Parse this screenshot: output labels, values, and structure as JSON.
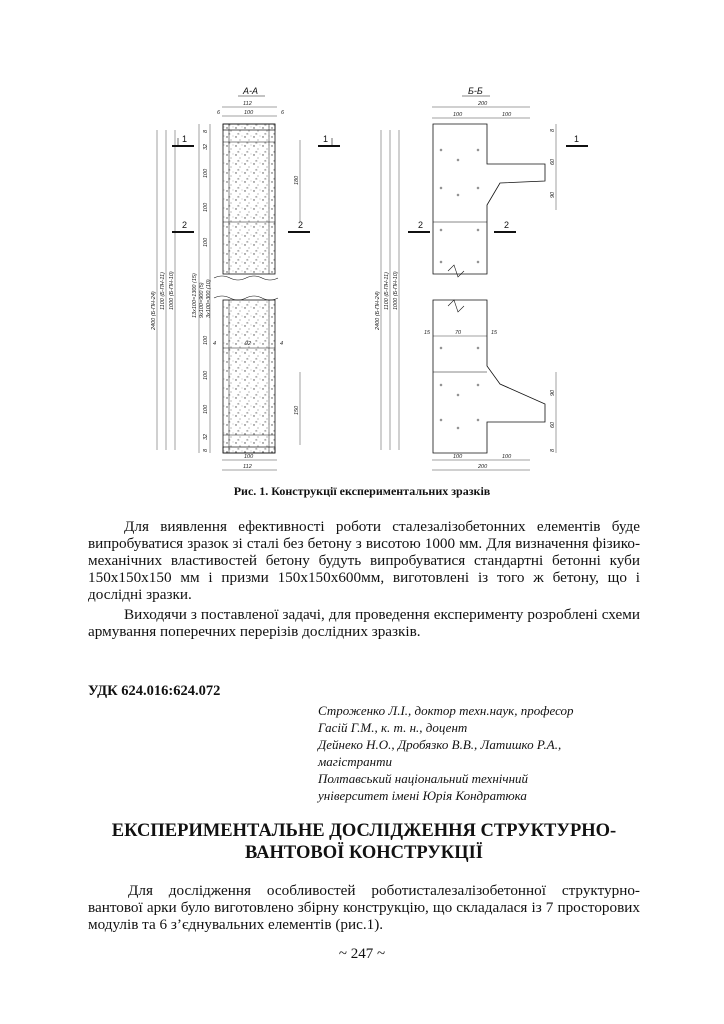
{
  "figure": {
    "section_a_label": "А-А",
    "section_b_label": "Б-Б",
    "dim_a_width_top": "112",
    "dim_a_inner_top": "100",
    "dim_a_edge_left": "6",
    "dim_a_edge_right": "6",
    "dim_a_width_bottom": "112",
    "dim_a_inner_bottom": "100",
    "dim_a_92": "92",
    "dim_b_width_top": "200",
    "dim_b_half_left": "100",
    "dim_b_half_right": "100",
    "dim_b_width_bottom": "200",
    "dim_b_bottom_left": "100",
    "dim_b_bottom_right": "100",
    "dim_b_15_left": "15",
    "dim_b_70": "70",
    "dim_b_15_right": "15",
    "dim_b_60_top": "60",
    "dim_b_90_top": "90",
    "dim_b_90_bottom": "90",
    "dim_b_60_bottom": "60",
    "dim_a_180": "180",
    "dim_a_150": "150",
    "dim_8_top": "8",
    "dim_32_top": "32",
    "dim_100_1": "100",
    "dim_100_2": "100",
    "dim_100_3": "100",
    "dim_100_4": "100",
    "dim_100_5": "100",
    "dim_100_6": "100",
    "dim_32_bottom": "32",
    "dim_8_bottom": "8",
    "dim_series_1": "13x100=1300 (15)",
    "dim_series_2": "9x100=900 (5)",
    "dim_series_3": "3x100=300 (10)",
    "height_a_1": "2400 (Б-ПН-24)",
    "height_a_2": "1100 (Б-ПН-11)",
    "height_a_3": "1000 (Б-ПН-10)",
    "height_b_1": "2400 (Б-ПН-24)",
    "height_b_2": "1100 (Б-ПН-11)",
    "height_b_3": "1000 (Б-ПН-10)",
    "cut1_left": "1",
    "cut1_right": "1",
    "cut2_left": "2",
    "cut2_right": "2",
    "cutb1_right": "1",
    "cutb2_left": "2",
    "cutb2_right": "2"
  },
  "caption": "Рис. 1. Конструкції експериментальних зразків",
  "para1": "Для виявлення ефективності роботи сталезалізобетонних елементів буде випробуватися зразок зі сталі без бетону з висотою 1000 мм. Для визначення фізико-механічних властивостей бетону будуть випробуватися стандартні бетонні куби 150х150х150 мм і призми 150х150х600мм, виготовлені із того ж бетону, що і дослідні зразки.",
  "para2": "Виходячи з поставленої задачі, для проведення експерименту розроблені схеми армування поперечних перерізів дослідних зразків.",
  "udk": "УДК 624.016:624.072",
  "authors": [
    "Строженко Л.І., доктор техн.наук, професор",
    "Гасій Г.М., к. т. н., доцент",
    "Дейнеко Н.О., Дробязко В.В., Латишко Р.А.,",
    "магістранти",
    "Полтавський національний технічний",
    "університет імені Юрія Кондратюка"
  ],
  "title": "ЕКСПЕРИМЕНТАЛЬНЕ ДОСЛІДЖЕННЯ СТРУКТУРНО-ВАНТОВОЇ КОНСТРУКЦІЇ",
  "para3": "Для дослідження особливостей роботисталезалізобетонної структурно-вантової арки було виготовлено збірну конструкцію, що складалася із 7 просторових модулів та 6 з’єднувальних елементів (рис.1).",
  "page_number": "~ 247 ~"
}
